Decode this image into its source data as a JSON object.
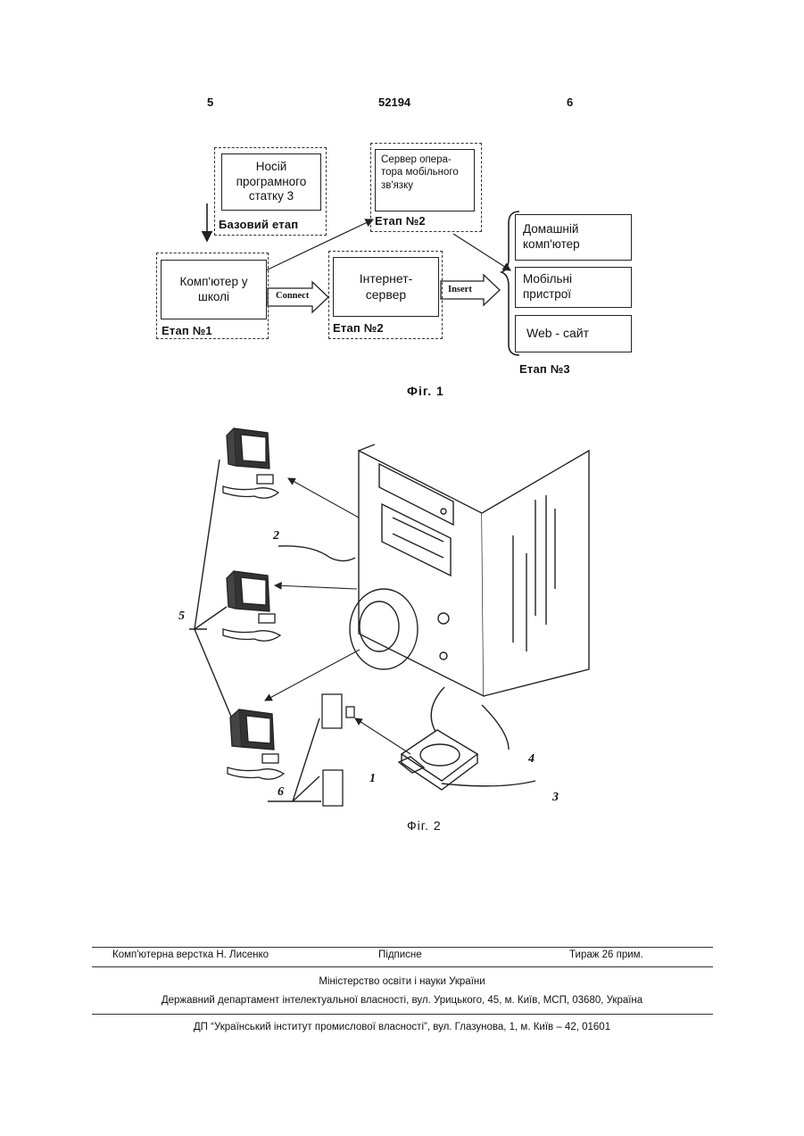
{
  "header": {
    "page_left": "5",
    "patent_number": "52194",
    "page_right": "6"
  },
  "fig1": {
    "boxes": {
      "carrier": "Носій\nпрограмного\nстатку 3",
      "operator": "Сервер опера-\nтора мобільного\nзв'язку",
      "school": "Комп'ютер у\nшколі",
      "internet": "Інтернет-\nсервер",
      "home": "Домашній\nкомп'ютер",
      "mobile": "Мобільні\nпристрої",
      "web": "Web - сайт"
    },
    "stages": {
      "base": "Базовий етап",
      "stage1": "Етап №1",
      "stage2a": "Етап №2",
      "stage2b": "Етап №2",
      "stage3": "Етап №3"
    },
    "arrows": {
      "connect": "Connect",
      "insert": "Insert"
    },
    "caption": "Фіг. 1"
  },
  "fig2": {
    "labels": {
      "n1": "1",
      "n2": "2",
      "n3": "3",
      "n4": "4",
      "n5": "5",
      "n6": "6"
    },
    "caption": "Фіг. 2"
  },
  "footer": {
    "layout": "Комп'ютерна верстка Н. Лисенко",
    "signed": "Підписне",
    "circulation": "Тираж 26 прим.",
    "ministry": "Міністерство освіти і науки України",
    "department": "Державний департамент інтелектуальної власності, вул. Урицького, 45, м. Київ, МСП, 03680, Україна",
    "institute": "ДП “Український інститут промислової власності”, вул. Глазунова, 1, м. Київ – 42, 01601"
  }
}
